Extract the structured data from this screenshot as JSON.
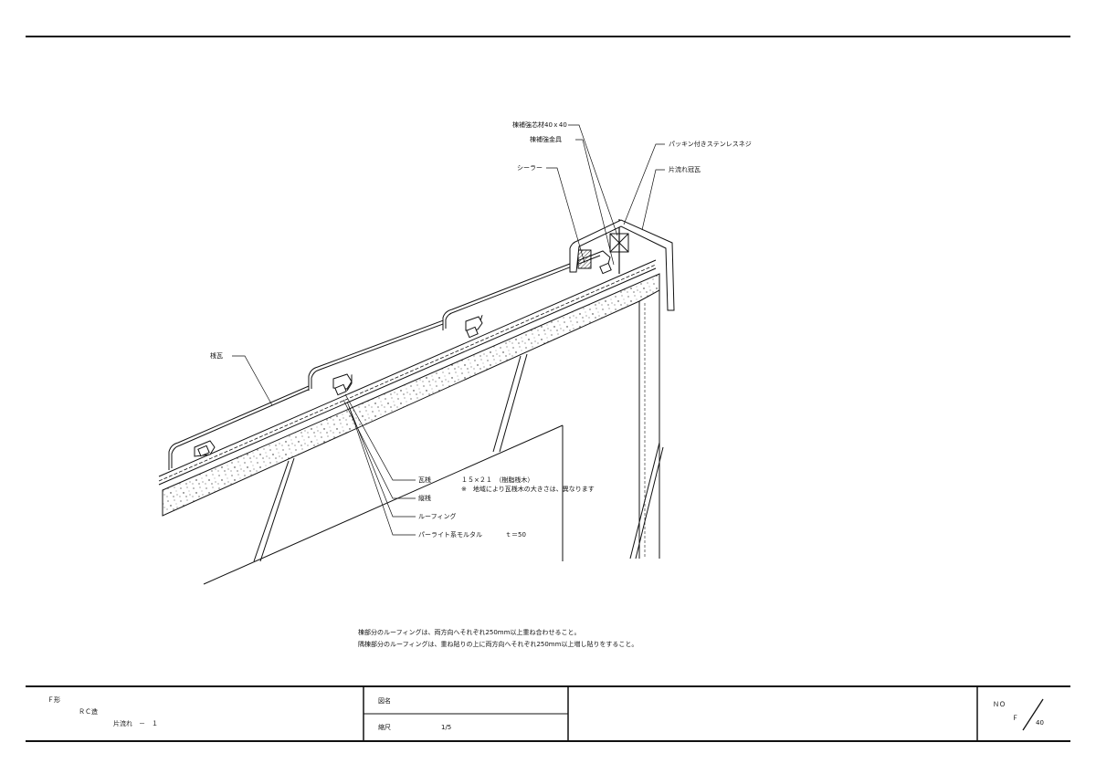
{
  "labels": {
    "ridge_core": "棟補強芯材40ｘ40",
    "ridge_bracket": "棟補強金具",
    "sealer": "シーラー",
    "screw": "パッキン付きステンレスネジ",
    "ridge_tile": "片流れ冠瓦",
    "roof_tile": "桟瓦",
    "batten": "瓦桟",
    "batten_spec": "１５×２１　（樹脂桟木）",
    "batten_note": "※　地域により瓦桟木の大きさは、異なります",
    "counter_batten": "縦桟",
    "roofing": "ルーフィング",
    "mortar": "パーライト系モルタル",
    "mortar_thickness": "ｔ＝50"
  },
  "notes": [
    "棟部分のルーフィングは、両方向へそれぞれ250mm以上重ね合わせること。",
    "隅棟部分のルーフィングは、重ね貼りの上に両方向へそれぞれ250mm以上増し貼りをすること。"
  ],
  "title_block": {
    "company": "Ｆ形",
    "structure": "ＲＣ造",
    "type": "片流れ　－　１",
    "drawing_name_label": "図名",
    "scale_label": "縮尺",
    "scale_value": "1/5",
    "no_label": "ＮＯ",
    "sheet_prefix": "Ｆ",
    "sheet_number": "40"
  }
}
